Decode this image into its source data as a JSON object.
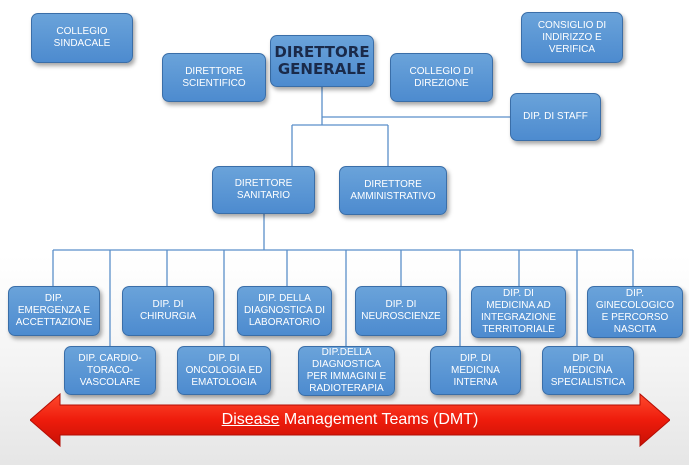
{
  "org": {
    "top": {
      "collegio_sindacale": "COLLEGIO\nSINDACALE",
      "consiglio": "CONSIGLIO DI\nINDIRIZZO E\nVERIFICA",
      "direttore_generale": "DIRETTORE\nGENERALE",
      "direttore_scientifico": "DIRETTORE\nSCIENTIFICO",
      "collegio_direzione": "COLLEGIO DI\nDIREZIONE",
      "dip_staff": "DIP. DI STAFF"
    },
    "middle": {
      "direttore_sanitario": "DIRETTORE\nSANITARIO",
      "direttore_amministrativo": "DIRETTORE\nAMMINISTRATIVO"
    },
    "departments_upper": [
      "DIP.\nEMERGENZA E\nACCETTAZIONE",
      "DIP. DI\nCHIRURGIA",
      "DIP. DELLA\nDIAGNOSTICA DI\nLABORATORIO",
      "DIP. DI\nNEUROSCIENZE",
      "DIP. DI\nMEDICINA AD\nINTEGRAZIONE\nTERRITORIALE",
      "DIP.\nGINECOLOGICO\nE PERCORSO\nNASCITA"
    ],
    "departments_lower": [
      "DIP. CARDIO-\nTORACO-\nVASCOLARE",
      "DIP.  DI\nONCOLOGIA ED\nEMATOLOGIA",
      "DIP.DELLA\nDIAGNOSTICA\nPER IMMAGINI E\nRADIOTERAPIA",
      "DIP. DI\nMEDICINA\nINTERNA",
      "DIP. DI\nMEDICINA\nSPECIALISTICA"
    ],
    "dmt": {
      "underlined": "Disease",
      "rest": " Management Teams (DMT)"
    }
  },
  "colors": {
    "box": "#4f8dd0",
    "box_border": "#3a6ea8",
    "arrow": "#ee1c0c",
    "connector": "#5b8fc9"
  }
}
